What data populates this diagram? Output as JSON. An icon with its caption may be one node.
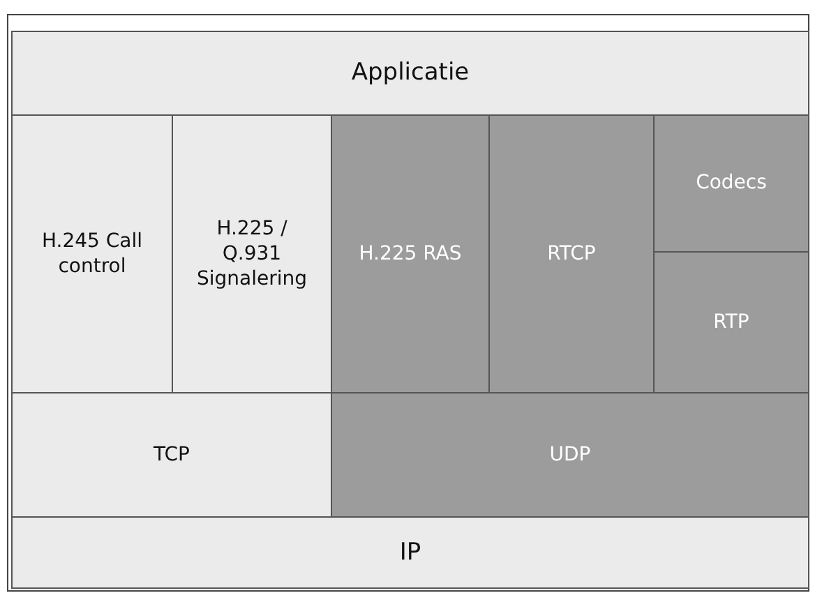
{
  "diagram": {
    "nodes": [
      {
        "text": [
          "Applicatie"
        ]
      },
      {
        "text": [
          "H.245 Call control"
        ]
      },
      {
        "text": [
          "H.225 / Q.931 Signalering"
        ]
      },
      {
        "text": [
          "H.225 RAS"
        ]
      },
      {
        "text": [
          "RTCP"
        ]
      },
      {
        "text": [
          "Codecs"
        ]
      },
      {
        "text": [
          "RTP"
        ]
      },
      {
        "text": [
          "TCP"
        ]
      },
      {
        "text": [
          "UDP"
        ]
      },
      {
        "text": [
          "IP"
        ]
      }
    ]
  }
}
